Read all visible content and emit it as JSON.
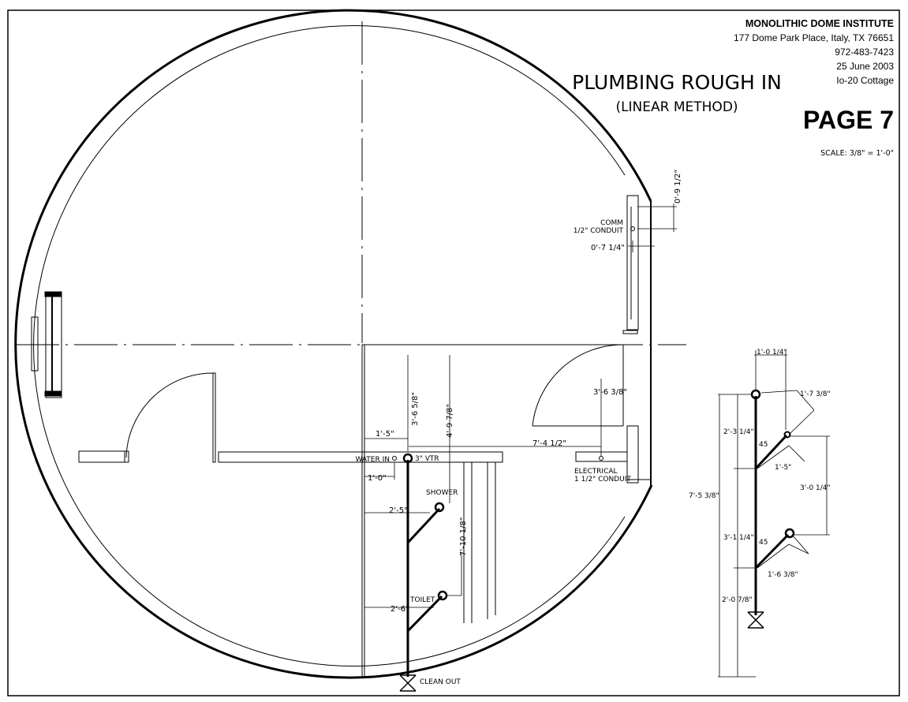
{
  "title_block": {
    "institute": "MONOLITHIC DOME INSTITUTE",
    "address": "177 Dome Park Place, Italy, TX 76651",
    "phone": "972-483-7423",
    "date": "25 June 2003",
    "project": "Io-20 Cottage"
  },
  "drawing": {
    "title": "PLUMBING ROUGH IN",
    "subtitle": "(LINEAR METHOD)",
    "page": "PAGE 7",
    "scale": "SCALE: 3/8\" = 1'-0\""
  },
  "plan_labels": {
    "comm": "COMM",
    "comm_conduit": "1/2\" CONDUIT",
    "water_in": "WATER IN",
    "vtr": "3\" VTR",
    "shower": "SHOWER",
    "toilet": "TOILET",
    "electrical": "ELECTRICAL",
    "electrical_conduit": "1 1/2\" CONDUIT",
    "clean_out": "CLEAN OUT"
  },
  "plan_dims": {
    "d_0_9_1_2": "0'-9 1/2\"",
    "d_0_7_1_4": "0'-7 1/4\"",
    "d_3_6_3_8": "3'-6 3/8\"",
    "d_7_4_1_2": "7'-4 1/2\"",
    "d_1_5": "1'-5\"",
    "d_1_0": "1'-0\"",
    "d_3_6_5_8": "3'-6 5/8\"",
    "d_4_9_7_8": "4'-9 7/8\"",
    "d_2_5": "2'-5\"",
    "d_7_10_1_8": "7'-10 1/8\"",
    "d_2_6": "2'-6\""
  },
  "riser_dims": {
    "top_width": "1'-0 1/4\"",
    "diag_top": "1'-7 3/8\"",
    "left_upper": "2'-3 1/4\"",
    "angle_upper": "45",
    "run_upper": "1'-5\"",
    "right_mid": "3'-0 1/4\"",
    "total": "7'-5 3/8\"",
    "left_mid": "3'-1 1/4\"",
    "angle_lower": "45",
    "run_lower": "1'-6 3/8\"",
    "left_lower": "2'-0 7/8\""
  }
}
